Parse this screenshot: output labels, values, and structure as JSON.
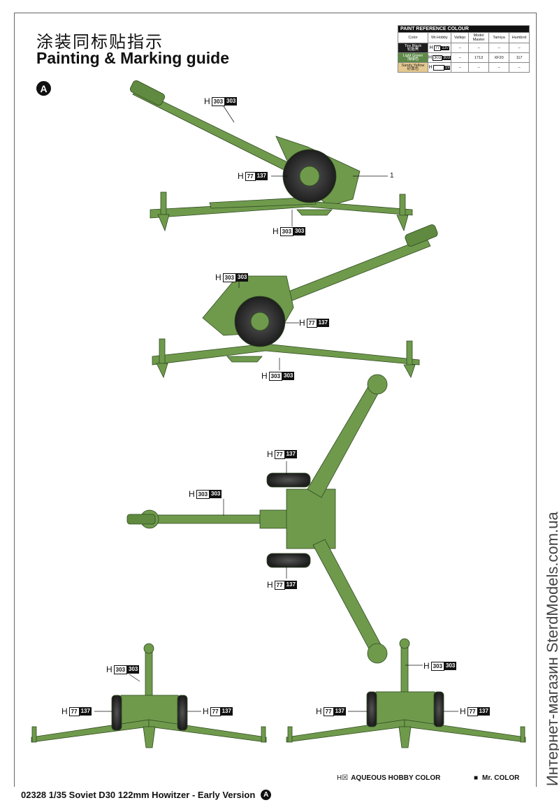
{
  "title_cn": "涂装同标贴指示",
  "title_en": "Painting & Marking guide",
  "version_badge": "A",
  "paint_table": {
    "title": "PAINT  REFERENCE COLOUR",
    "headers": [
      "Color",
      "Mr.Hobby",
      "Vallejo",
      "Model Master",
      "Tamiya",
      "Humbrol"
    ],
    "rows": [
      {
        "color_en": "Tire Black",
        "color_cn": "轮胎黑",
        "swatch": "#1e1e1e",
        "text_color": "#ffffff",
        "hobby_white": "77",
        "hobby_black": "137",
        "vallejo": "–",
        "model_master": "–",
        "tamiya": "–",
        "humbrol": "–"
      },
      {
        "color_en": "Light Green",
        "color_cn": "浅绿色",
        "swatch": "#5d8a47",
        "text_color": "#ffffff",
        "hobby_white": "303",
        "hobby_black": "303",
        "vallejo": "–",
        "model_master": "1713",
        "tamiya": "XF20",
        "humbrol": "117"
      },
      {
        "color_en": "Sandy Yellow",
        "color_cn": "砂黄色",
        "swatch": "#e5c890",
        "text_color": "#222222",
        "hobby_white": "",
        "hobby_black": "19",
        "vallejo": "–",
        "model_master": "–",
        "tamiya": "–",
        "humbrol": "–"
      }
    ]
  },
  "callouts": {
    "c1": {
      "prefix": "H",
      "white": "303",
      "black": "303"
    },
    "c2": {
      "prefix": "H",
      "white": "77",
      "black": "137"
    },
    "c3": {
      "prefix": "H",
      "white": "303",
      "black": "303"
    },
    "c4": {
      "prefix": "H",
      "white": "303",
      "black": "303"
    },
    "c5": {
      "prefix": "H",
      "white": "77",
      "black": "137"
    },
    "c6": {
      "prefix": "H",
      "white": "303",
      "black": "303"
    },
    "c7": {
      "prefix": "H",
      "white": "77",
      "black": "137"
    },
    "c8": {
      "prefix": "H",
      "white": "303",
      "black": "303"
    },
    "c9": {
      "prefix": "H",
      "white": "77",
      "black": "137"
    },
    "c10": {
      "prefix": "H",
      "white": "303",
      "black": "303"
    },
    "c11": {
      "prefix": "H",
      "white": "77",
      "black": "137"
    },
    "c12": {
      "prefix": "H",
      "white": "77",
      "black": "137"
    },
    "c13": {
      "prefix": "H",
      "white": "303",
      "black": "303"
    },
    "c14": {
      "prefix": "H",
      "white": "77",
      "black": "137"
    },
    "c15": {
      "prefix": "H",
      "white": "77",
      "black": "137"
    }
  },
  "part_number": "1",
  "legend": {
    "aqueous_prefix": "H☒",
    "aqueous_label": "AQUEOUS HOBBY COLOR",
    "mr_color_marker": "■",
    "mr_color_label": "Mr. COLOR"
  },
  "footer": {
    "text": "02328 1/35  Soviet D30 122mm Howitzer - Early Version",
    "badge": "A"
  },
  "watermark": "Интернет-магазин SterdModels.com.ua",
  "colors": {
    "olive_green": "#6f9a4c",
    "olive_dark": "#4d7334",
    "tire_black": "#2a2a2a"
  }
}
